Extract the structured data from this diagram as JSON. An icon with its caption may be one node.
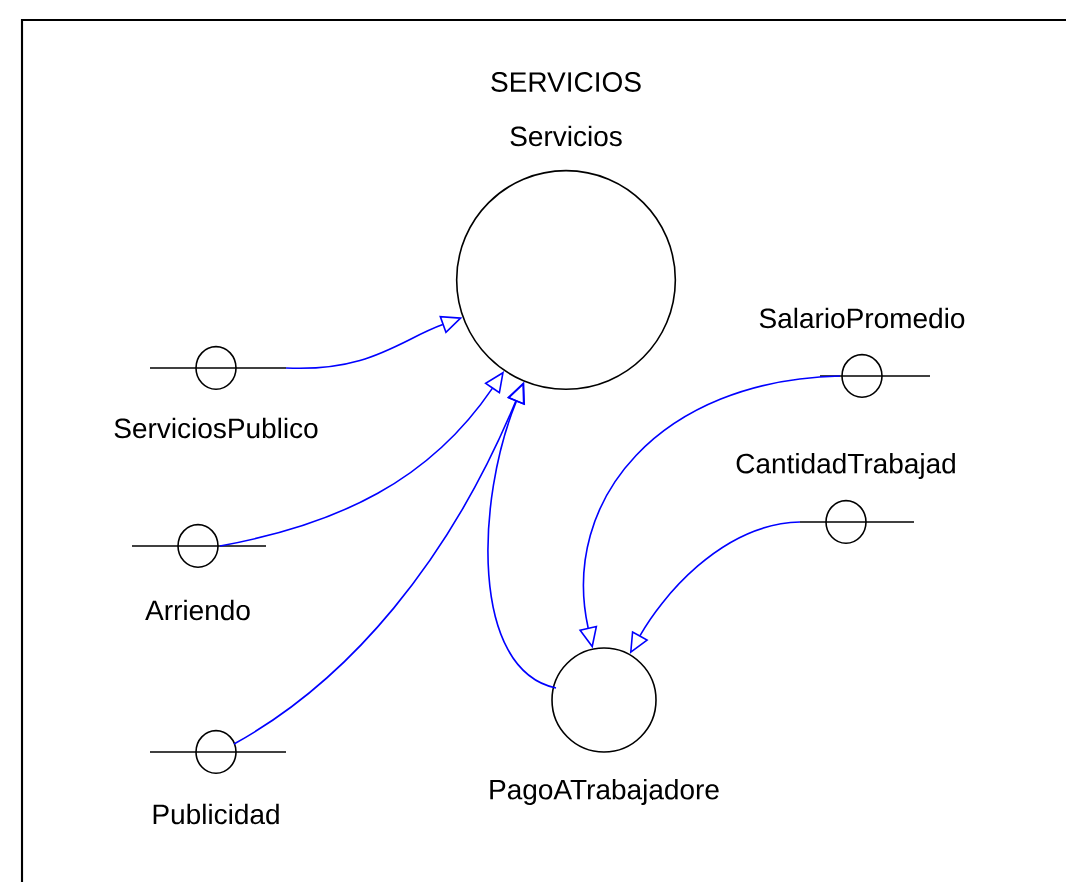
{
  "diagram": {
    "title": "SERVICIOS",
    "nodes": [
      {
        "text": [
          "Servicios"
        ]
      },
      {
        "text": [
          "ServiciosPublico"
        ]
      },
      {
        "text": [
          "Arriendo"
        ]
      },
      {
        "text": [
          "Publicidad"
        ]
      },
      {
        "text": [
          "PagoATrabajadore"
        ]
      },
      {
        "text": [
          "SalarioPromedio"
        ]
      },
      {
        "text": [
          "CantidadTrabajad"
        ]
      }
    ],
    "edges": [
      {
        "from": 1,
        "to": 0,
        "arrow": "to"
      },
      {
        "from": 2,
        "to": 0,
        "arrow": "to"
      },
      {
        "from": 3,
        "to": 0,
        "arrow": "to"
      },
      {
        "from": 4,
        "to": 0,
        "arrow": "to"
      },
      {
        "from": 5,
        "to": 4,
        "arrow": "to"
      },
      {
        "from": 6,
        "to": 4,
        "arrow": "to"
      }
    ]
  }
}
